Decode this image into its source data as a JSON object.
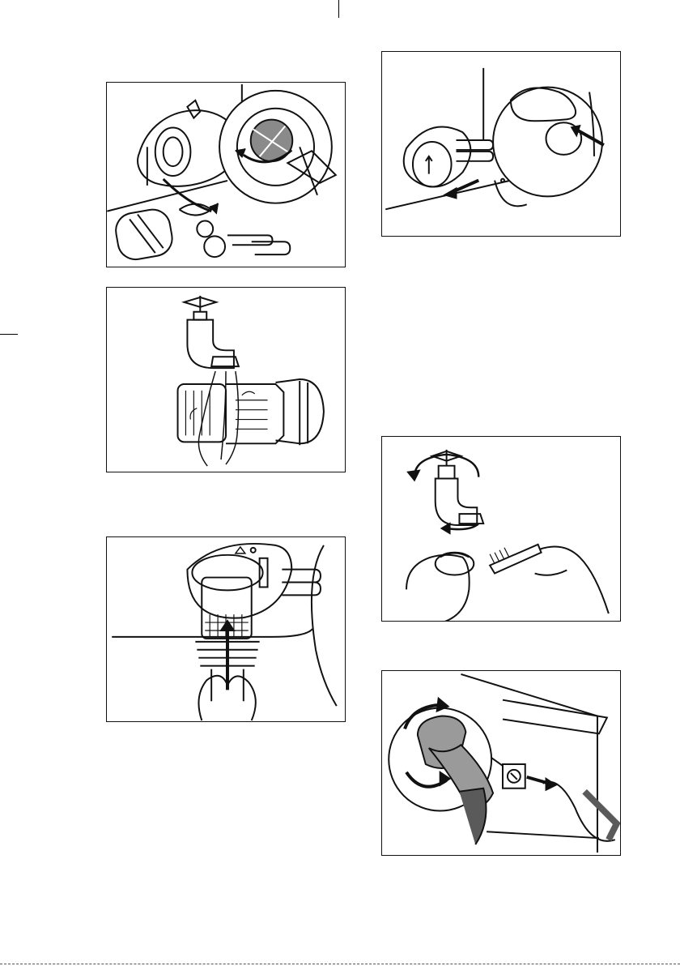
{
  "figures": [
    {
      "id": "fig-1",
      "icon": "filter-clean-out-icon",
      "labels": []
    },
    {
      "id": "fig-2",
      "icon": "filter-rinse-tap-icon",
      "labels": []
    },
    {
      "id": "fig-3",
      "icon": "filter-reinsert-icon",
      "labels": []
    },
    {
      "id": "fig-4",
      "icon": "pump-impeller-check-icon",
      "labels": []
    },
    {
      "id": "fig-5",
      "icon": "tap-unscrew-brush-icon",
      "labels": []
    },
    {
      "id": "fig-6",
      "icon": "inlet-hose-filter-icon",
      "labels": []
    }
  ],
  "colors": {
    "line": "#111111",
    "gray": "#9a9a9a",
    "dark_gray": "#5a5a5a"
  }
}
